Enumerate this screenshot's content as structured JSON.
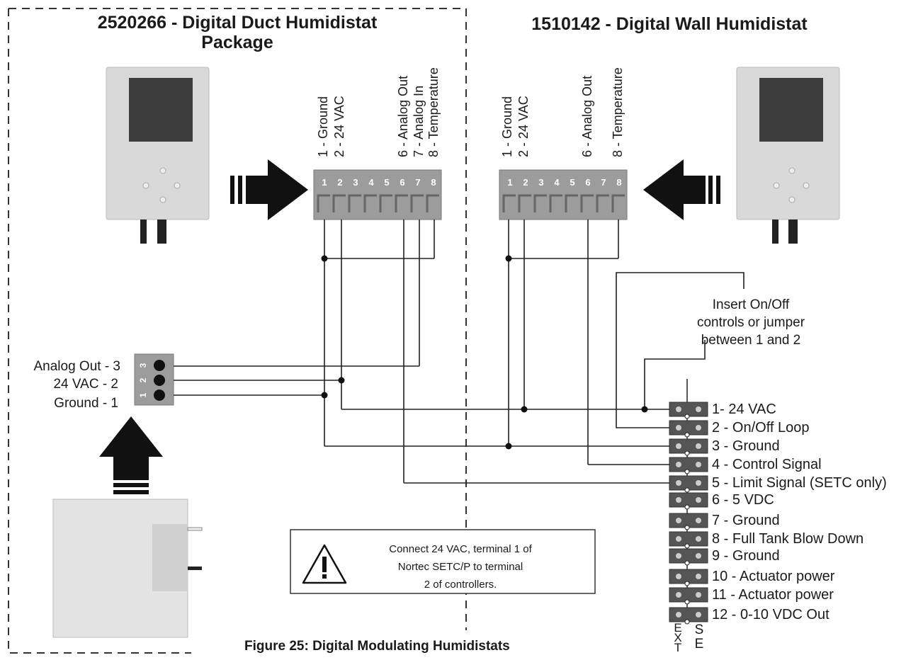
{
  "duct": {
    "title_line1": "2520266 - Digital Duct Humidistat",
    "title_line2": "Package",
    "terminal_labels": [
      "1 - Ground",
      "2 - 24 VAC",
      "6 - Analog Out",
      "7 - Analog In",
      "8 - Temperature"
    ],
    "terminal_numbers": [
      "1",
      "2",
      "3",
      "4",
      "5",
      "6",
      "7",
      "8"
    ]
  },
  "wall": {
    "title": "1510142 - Digital Wall Humidistat",
    "terminal_labels": [
      "1 - Ground",
      "2 - 24 VAC",
      "6 - Analog Out",
      "8 - Temperature"
    ],
    "terminal_numbers": [
      "1",
      "2",
      "3",
      "4",
      "5",
      "6",
      "7",
      "8"
    ]
  },
  "sensor_block": {
    "labels": [
      "Analog Out - 3",
      "24 VAC - 2",
      "Ground - 1"
    ],
    "numbers": [
      "3",
      "2",
      "1"
    ]
  },
  "note": {
    "line1": "Insert On/Off",
    "line2": "controls or jumper",
    "line3": "between 1 and 2"
  },
  "warning": {
    "line1": "Connect 24 VAC, terminal  1 of",
    "line2": "Nortec SETC/P to terminal",
    "line3": "2 of controllers."
  },
  "humidifier_terminals": [
    "1-  24 VAC",
    "2 - On/Off Loop",
    "3 - Ground",
    "4 - Control Signal",
    "5 - Limit Signal (SETC only)",
    "6 - 5 VDC",
    "7 - Ground",
    "8 - Full Tank Blow Down",
    "9 - Ground",
    "10 - Actuator power",
    "11 - Actuator power",
    "12 - 0-10 VDC Out"
  ],
  "ext_label": [
    "E",
    "X",
    "T"
  ],
  "se_label": [
    "S",
    "E"
  ],
  "caption": "Figure 25: Digital Modulating Humidistats"
}
